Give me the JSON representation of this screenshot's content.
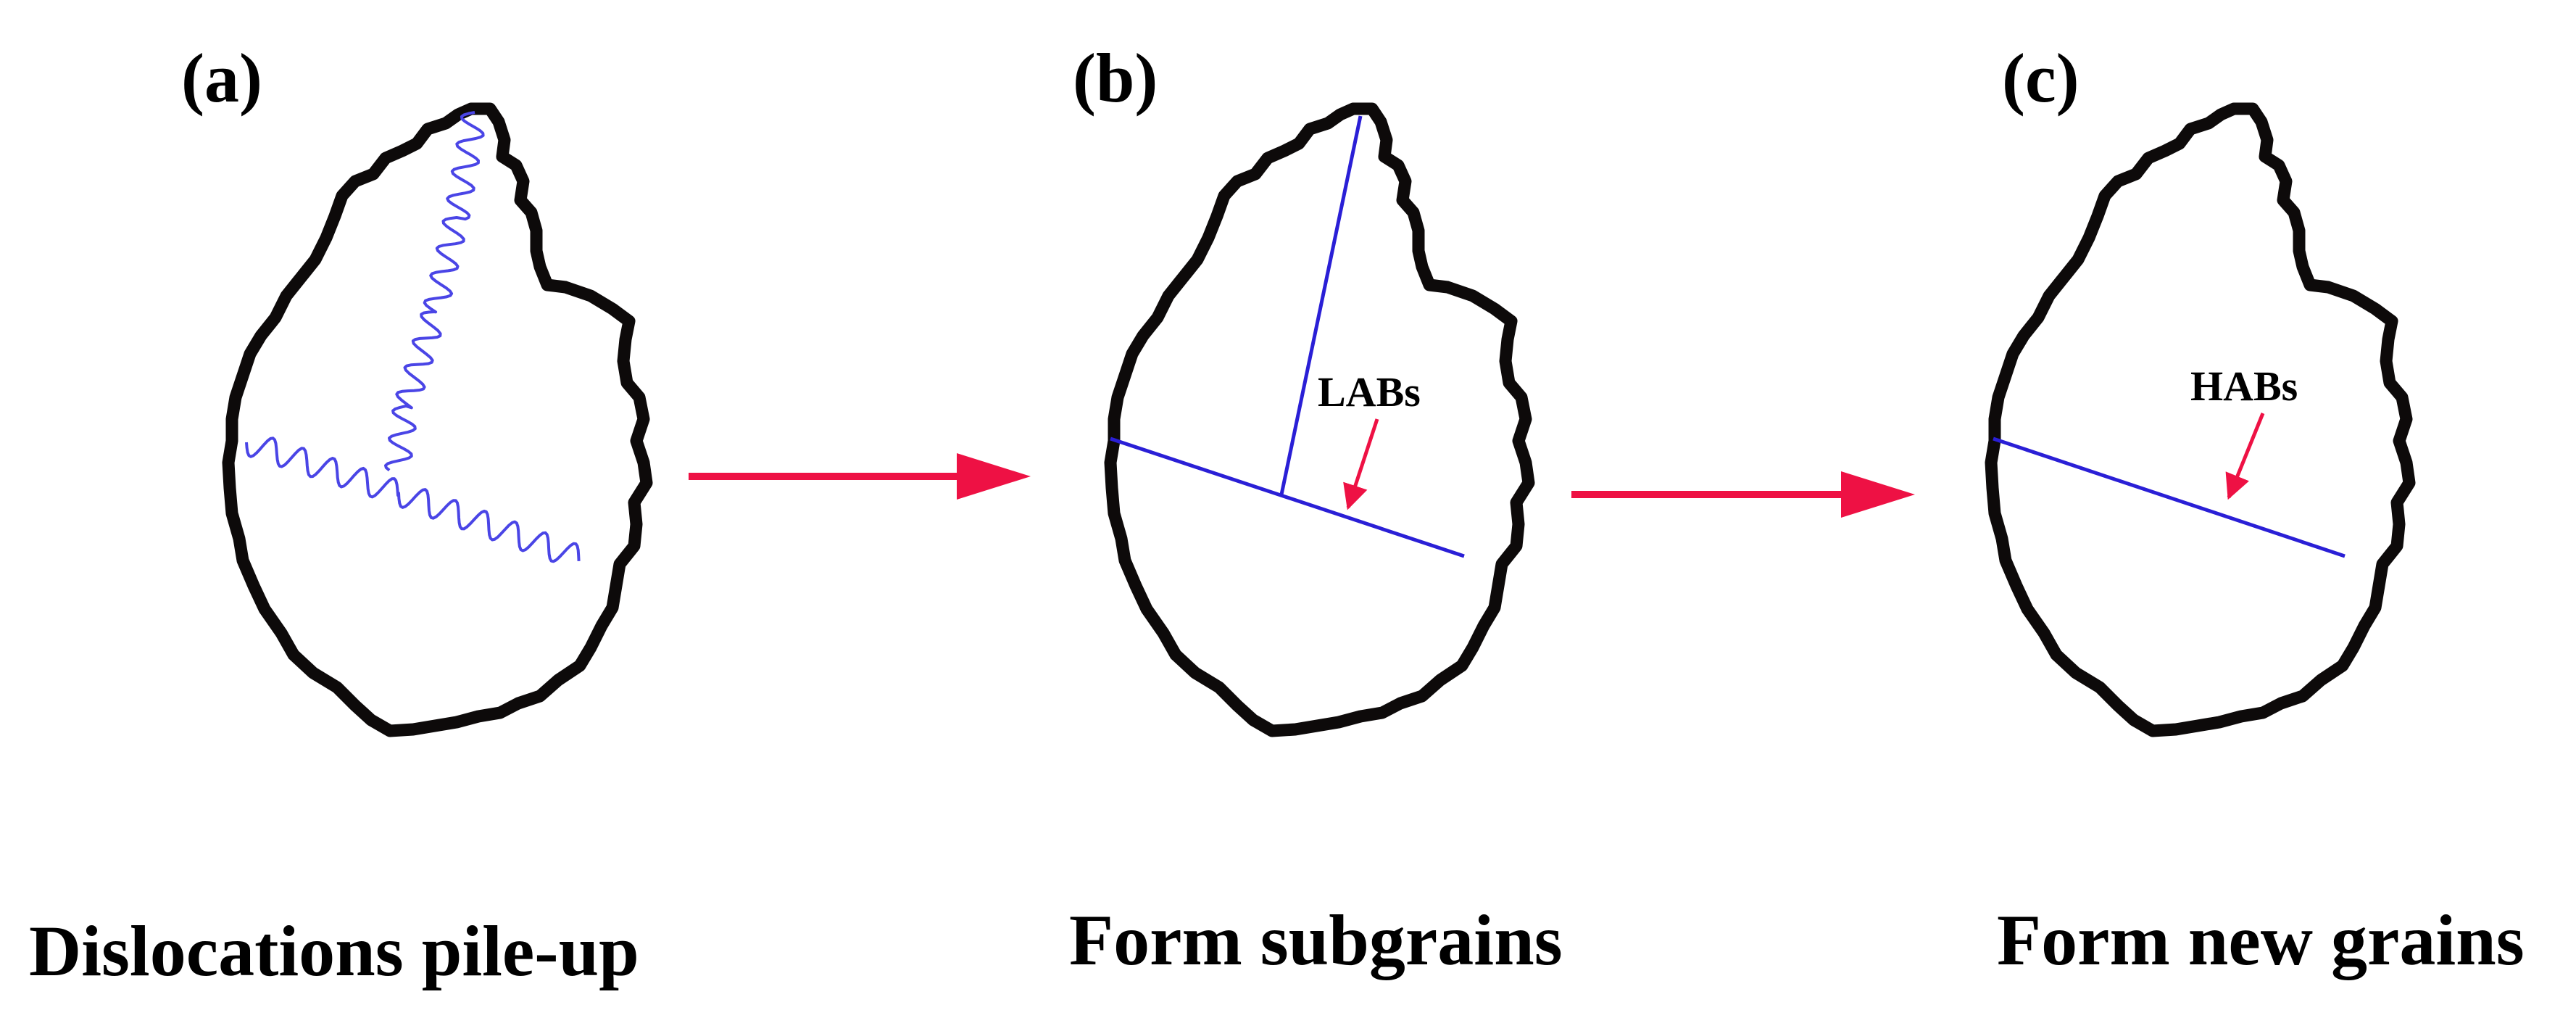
{
  "colors": {
    "grain_outline": "#0d0a0a",
    "boundary": "#2a1fd6",
    "dislocation": "#4a45e6",
    "arrow": "#ee1144"
  },
  "panels": [
    {
      "label": "(a)",
      "caption": "Dislocations pile-up",
      "content": "dislocation-tangles"
    },
    {
      "label": "(b)",
      "caption": "Form subgrains",
      "content": "low-angle-boundaries",
      "annotation": "LABs"
    },
    {
      "label": "(c)",
      "caption": "Form new grains",
      "content": "high-angle-boundary",
      "annotation": "HABs"
    }
  ],
  "transitions": [
    {
      "from": "(a)",
      "to": "(b)"
    },
    {
      "from": "(b)",
      "to": "(c)"
    }
  ]
}
